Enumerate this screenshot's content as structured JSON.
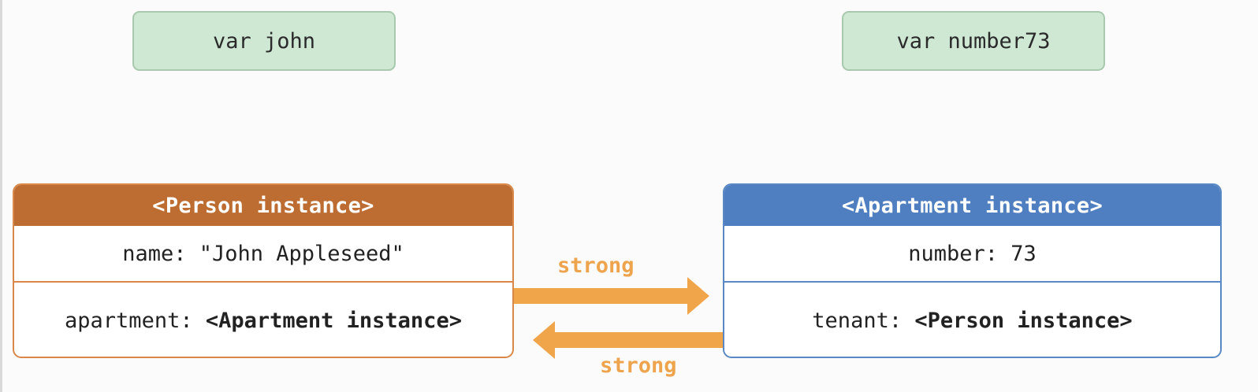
{
  "variables": {
    "john": "var john",
    "number73": "var number73"
  },
  "person_instance": {
    "header": "<Person instance>",
    "name_row": "name: \"John Appleseed\"",
    "apartment_key": "apartment: ",
    "apartment_value": "<Apartment instance>"
  },
  "apartment_instance": {
    "header": "<Apartment instance>",
    "number_row": "number: 73",
    "tenant_key": "tenant: ",
    "tenant_value": "<Person instance>"
  },
  "references": {
    "person_to_apartment": "strong",
    "apartment_to_person": "strong"
  },
  "colors": {
    "variable_fill": "#cfe8d3",
    "person_header": "#bd6d31",
    "apartment_header": "#4f7fc0",
    "strong_arrow": "#f0a54a"
  }
}
